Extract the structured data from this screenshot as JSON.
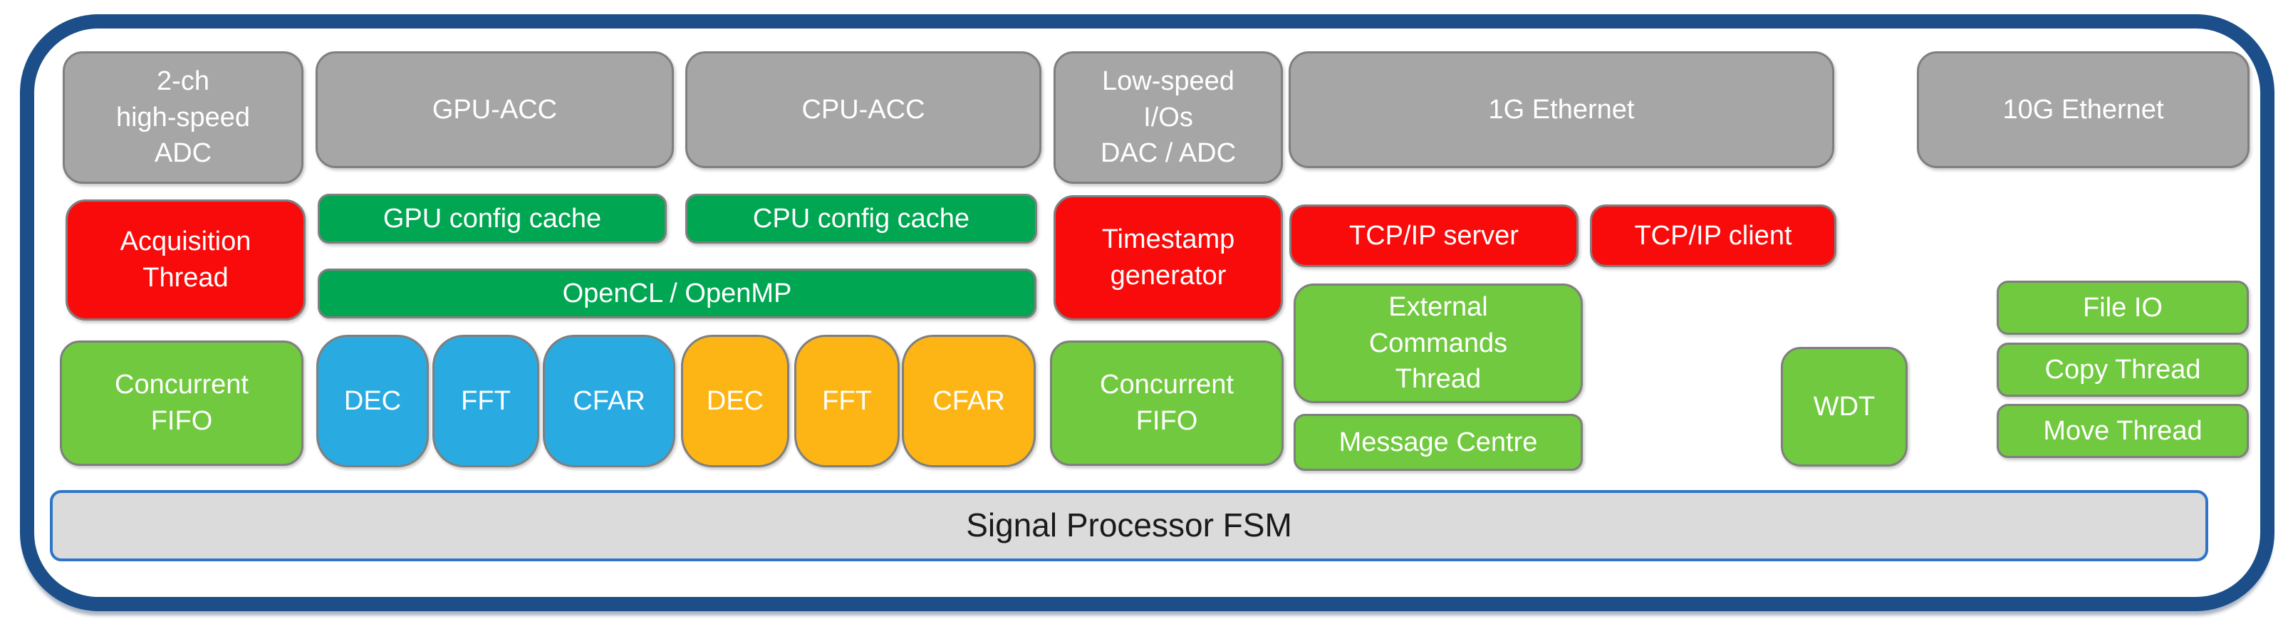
{
  "diagram_title": "Signal Processor block diagram",
  "colors": {
    "outer_border": "#1C4E8A",
    "block_border": "#7F7F7F",
    "gray": "#A6A6A6",
    "red": "#FA0B0B",
    "green": "#00A651",
    "light_green": "#70C93E",
    "blue": "#29ABE2",
    "orange": "#FDB515",
    "fsm_fill": "#DBDBDB",
    "fsm_border": "#2E75C9",
    "fsm_text": "#1A1A1A",
    "text": "#FFFFFF"
  },
  "blocks": {
    "adc": {
      "label": "2-ch\nhigh-speed\nADC"
    },
    "gpu_acc": {
      "label": "GPU-ACC"
    },
    "cpu_acc": {
      "label": "CPU-ACC"
    },
    "low_speed_io": {
      "label": "Low-speed\nI/Os\nDAC / ADC"
    },
    "eth_1g": {
      "label": "1G Ethernet"
    },
    "eth_10g": {
      "label": "10G Ethernet"
    },
    "acquisition_thread": {
      "label": "Acquisition\nThread"
    },
    "gpu_config_cache": {
      "label": "GPU config cache"
    },
    "cpu_config_cache": {
      "label": "CPU config cache"
    },
    "opencl_openmp": {
      "label": "OpenCL / OpenMP"
    },
    "timestamp_generator": {
      "label": "Timestamp\ngenerator"
    },
    "tcp_ip_server": {
      "label": "TCP/IP server"
    },
    "tcp_ip_client": {
      "label": "TCP/IP client"
    },
    "external_commands_thread": {
      "label": "External\nCommands\nThread"
    },
    "message_centre": {
      "label": "Message Centre"
    },
    "wdt": {
      "label": "WDT"
    },
    "file_io": {
      "label": "File IO"
    },
    "copy_thread": {
      "label": "Copy Thread"
    },
    "move_thread": {
      "label": "Move Thread"
    },
    "concurrent_fifo_left": {
      "label": "Concurrent\nFIFO"
    },
    "dec_gpu": {
      "label": "DEC"
    },
    "fft_gpu": {
      "label": "FFT"
    },
    "cfar_gpu": {
      "label": "CFAR"
    },
    "dec_cpu": {
      "label": "DEC"
    },
    "fft_cpu": {
      "label": "FFT"
    },
    "cfar_cpu": {
      "label": "CFAR"
    },
    "concurrent_fifo_right": {
      "label": "Concurrent\nFIFO"
    },
    "signal_processor_fsm": {
      "label": "Signal Processor FSM"
    }
  }
}
